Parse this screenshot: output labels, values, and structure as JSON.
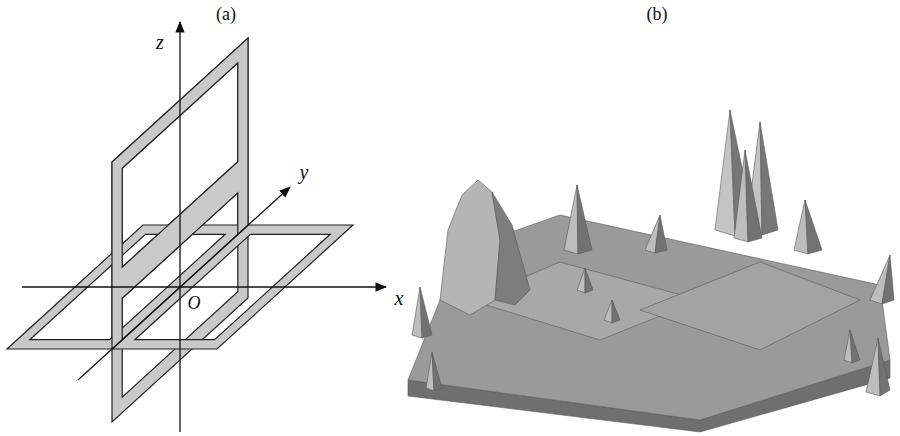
{
  "diagram": {
    "labels": [
      "(a)",
      "(b)",
      "z",
      "y",
      "x",
      "O"
    ]
  }
}
